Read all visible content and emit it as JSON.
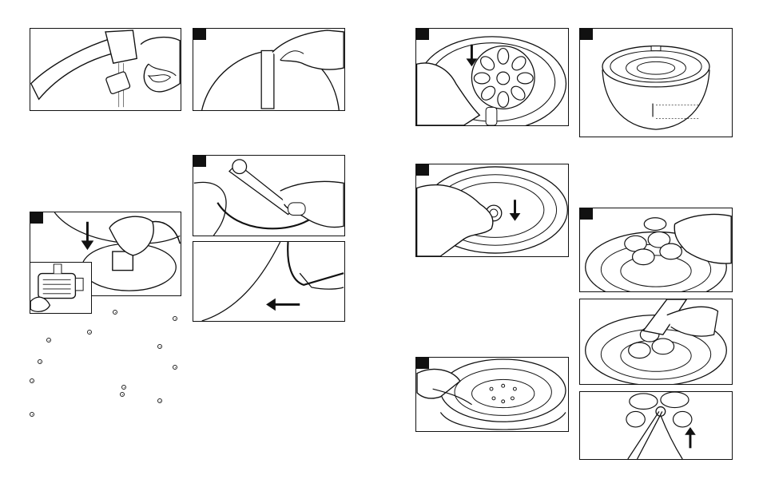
{
  "page": {
    "left_page": {
      "panels": [
        {
          "name": "rinse-pump-under-faucet",
          "step": ""
        },
        {
          "name": "pull-cord-from-bowl",
          "step": ""
        },
        {
          "name": "insert-pump-into-bowl",
          "step": ""
        },
        {
          "name": "press-cord-into-channel",
          "step": ""
        },
        {
          "name": "route-cord-through-notch",
          "step": ""
        }
      ],
      "icon_marks": [
        "bullet-icon",
        "bullet-icon",
        "bullet-icon",
        "bullet-icon",
        "bullet-icon",
        "bullet-icon",
        "bullet-icon",
        "bullet-icon",
        "bullet-icon",
        "bullet-icon",
        "bullet-icon",
        "bullet-icon",
        "bullet-icon",
        "bullet-icon"
      ]
    },
    "right_page": {
      "panels": [
        {
          "name": "place-flower-filter-tray",
          "step": ""
        },
        {
          "name": "assembled-fountain-water-level",
          "step": ""
        },
        {
          "name": "press-center-into-bowl",
          "step": ""
        },
        {
          "name": "attach-top-cover",
          "step": ""
        },
        {
          "name": "fit-flower-spout",
          "step": ""
        },
        {
          "name": "adjust-flower-spout",
          "step": ""
        },
        {
          "name": "remove-flower-spout-with-tool",
          "step": ""
        }
      ]
    }
  }
}
